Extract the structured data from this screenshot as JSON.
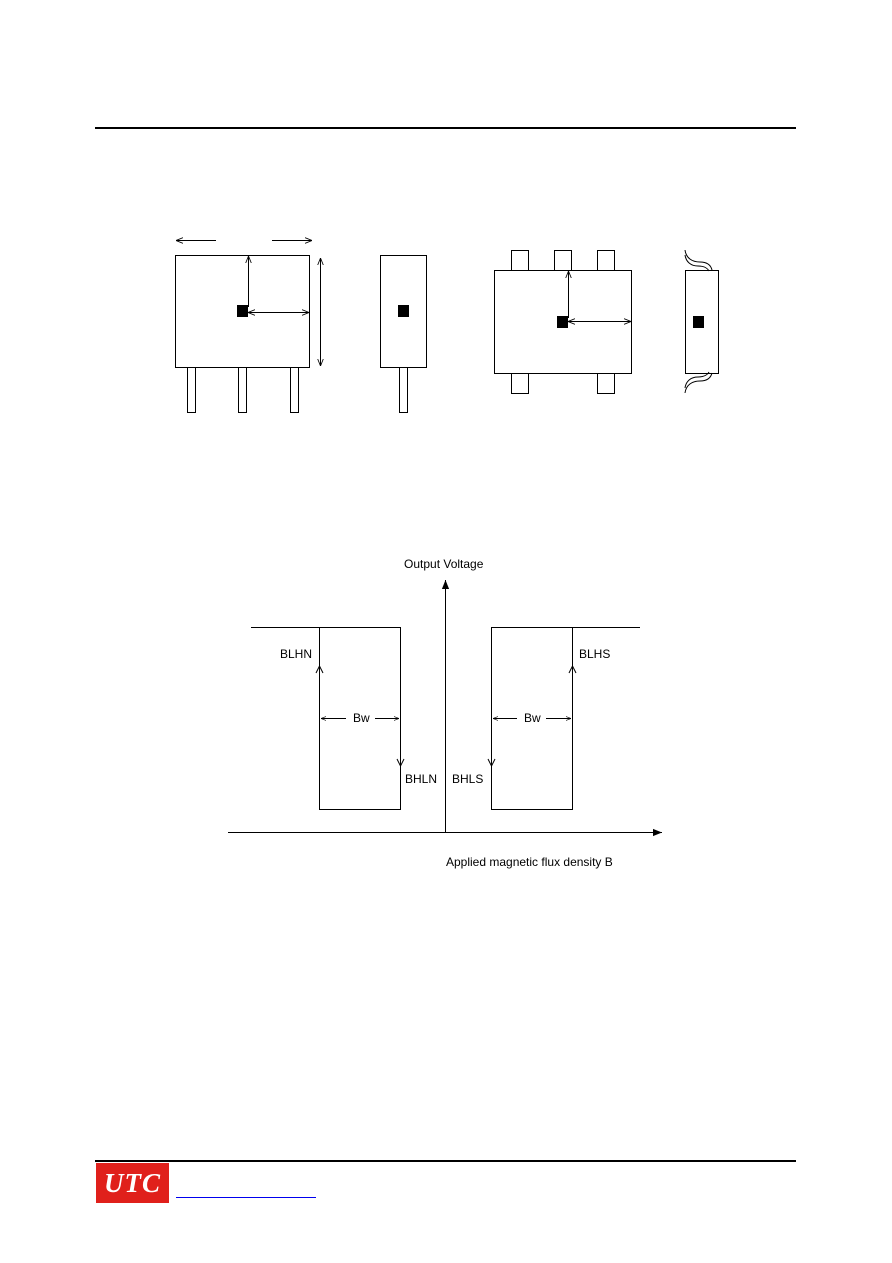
{
  "graph": {
    "y_axis_label": "Output Voltage",
    "x_axis_label": "Applied magnetic flux density B",
    "label_blhn": "BLHN",
    "label_blhs": "BLHS",
    "label_bhln": "BHLN",
    "label_bhls": "BHLS",
    "label_bw_left": "Bw",
    "label_bw_right": "Bw"
  },
  "footer": {
    "logo_text": "UTC",
    "link_text": ""
  }
}
